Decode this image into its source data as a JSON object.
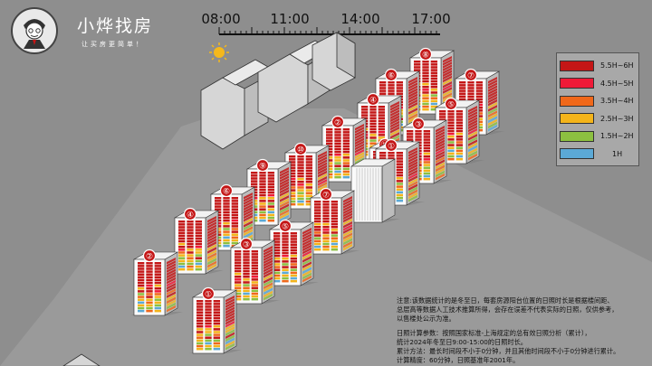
{
  "brand": {
    "title": "小烨找房",
    "slogan": "让买房更简单！"
  },
  "timeline": {
    "labels": [
      "08:00",
      "11:00",
      "14:00",
      "17:00"
    ],
    "icon": "sun-icon"
  },
  "legend": {
    "items": [
      {
        "label": "5.5H~6H",
        "color": "#c41616"
      },
      {
        "label": "4.5H~5H",
        "color": "#f01a37"
      },
      {
        "label": "3.5H~4H",
        "color": "#f0681a"
      },
      {
        "label": "2.5H~3H",
        "color": "#f4b41a"
      },
      {
        "label": "1.5H~2H",
        "color": "#8cc040"
      },
      {
        "label": "1H",
        "color": "#5ba9d6"
      }
    ]
  },
  "buildings": [
    {
      "number": "⑧",
      "state": "rated"
    },
    {
      "number": "⑦",
      "state": "rated"
    },
    {
      "number": "⑥",
      "state": "rated"
    },
    {
      "number": "⑤",
      "state": "rated"
    },
    {
      "number": "④",
      "state": "rated"
    },
    {
      "number": "③",
      "state": "rated"
    },
    {
      "number": "②",
      "state": "rated"
    },
    {
      "number": "⑪",
      "state": "rated"
    },
    {
      "number": "①",
      "state": "rated"
    },
    {
      "number": "⑩",
      "state": "rated"
    },
    {
      "number": "⑨",
      "state": "rated"
    },
    {
      "number": "⑦",
      "state": "rated"
    },
    {
      "number": "⑥",
      "state": "rated"
    },
    {
      "number": "④",
      "state": "rated"
    },
    {
      "number": "⑤",
      "state": "rated"
    },
    {
      "number": "③",
      "state": "rated"
    },
    {
      "number": "②",
      "state": "rated"
    },
    {
      "number": "①",
      "state": "rated"
    },
    {
      "number": "",
      "state": "unrated"
    }
  ],
  "notes": {
    "line1": "注意:该数据统计的是冬至日，每套房源阳台位置的日照时长是根据楼间距、",
    "line2": "总层高等数据人工技术推算所得，会存在误差不代表实际的日照，仅供参考，",
    "line3": "以售楼处公示为准。",
    "line4": "日照计算参数：按照国家标准-上海规定的总有效日照分析（累计），",
    "line5": "统计2024年冬至日9:00-15:00的日照时长。",
    "line6": "累计方法：最长时间段不小于0分钟，并且其他时间段不小于0分钟进行累计。",
    "line7": "计算精度：60分钟，日照基准年2001年。"
  }
}
